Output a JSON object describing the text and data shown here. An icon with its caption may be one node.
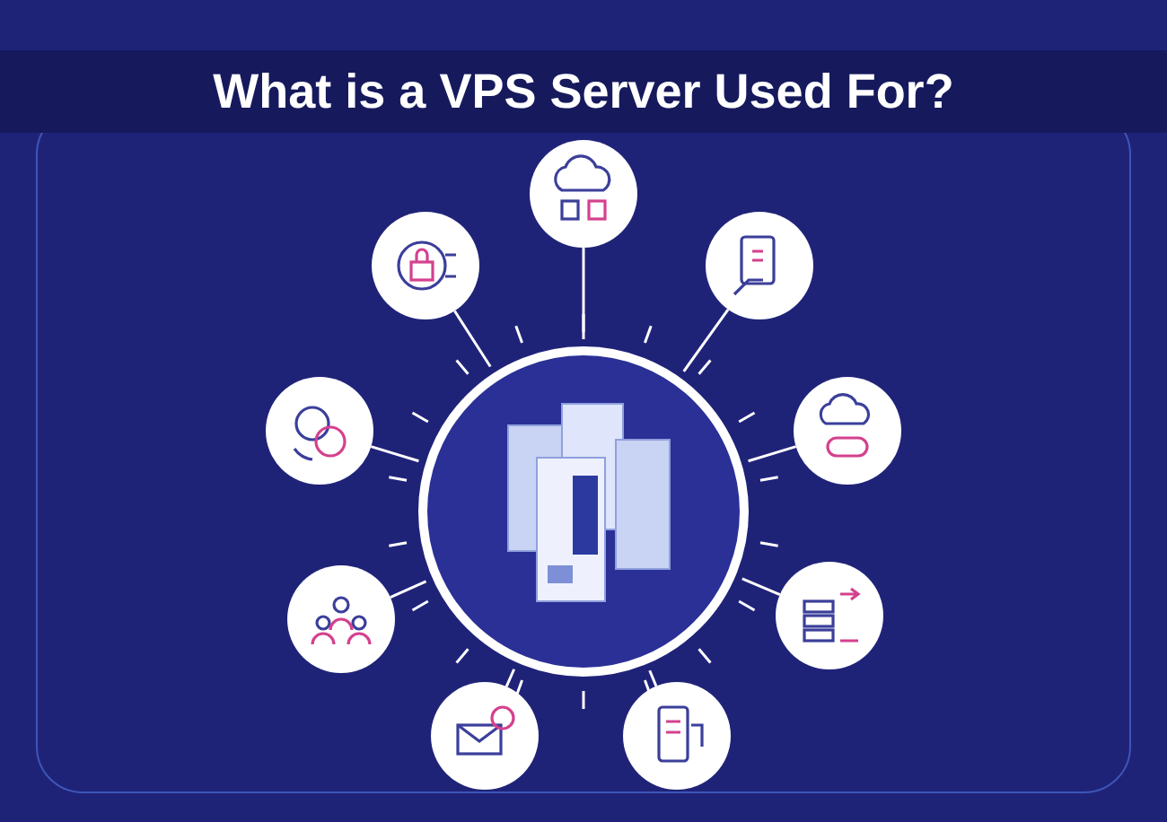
{
  "diagram": {
    "title": "What is a VPS Server Used For?",
    "nodes": [
      {
        "text": [],
        "shape": "picture"
      },
      {
        "text": [],
        "shape": "picture"
      },
      {
        "text": [],
        "shape": "picture"
      },
      {
        "text": [],
        "shape": "picture"
      },
      {
        "text": [],
        "shape": "picture"
      },
      {
        "text": [],
        "shape": "picture"
      },
      {
        "text": [],
        "shape": "picture"
      },
      {
        "text": [],
        "shape": "picture"
      },
      {
        "text": [],
        "shape": "picture"
      },
      {
        "text": [],
        "shape": "picture"
      }
    ],
    "edges": [
      {
        "from": 0,
        "to": 1,
        "arrow": "none"
      },
      {
        "from": 0,
        "to": 2,
        "arrow": "none"
      },
      {
        "from": 0,
        "to": 3,
        "arrow": "none"
      },
      {
        "from": 0,
        "to": 4,
        "arrow": "none"
      },
      {
        "from": 0,
        "to": 5,
        "arrow": "none"
      },
      {
        "from": 0,
        "to": 6,
        "arrow": "none"
      },
      {
        "from": 0,
        "to": 7,
        "arrow": "none"
      },
      {
        "from": 0,
        "to": 8,
        "arrow": "none"
      },
      {
        "from": 0,
        "to": 9,
        "arrow": "none"
      }
    ]
  }
}
